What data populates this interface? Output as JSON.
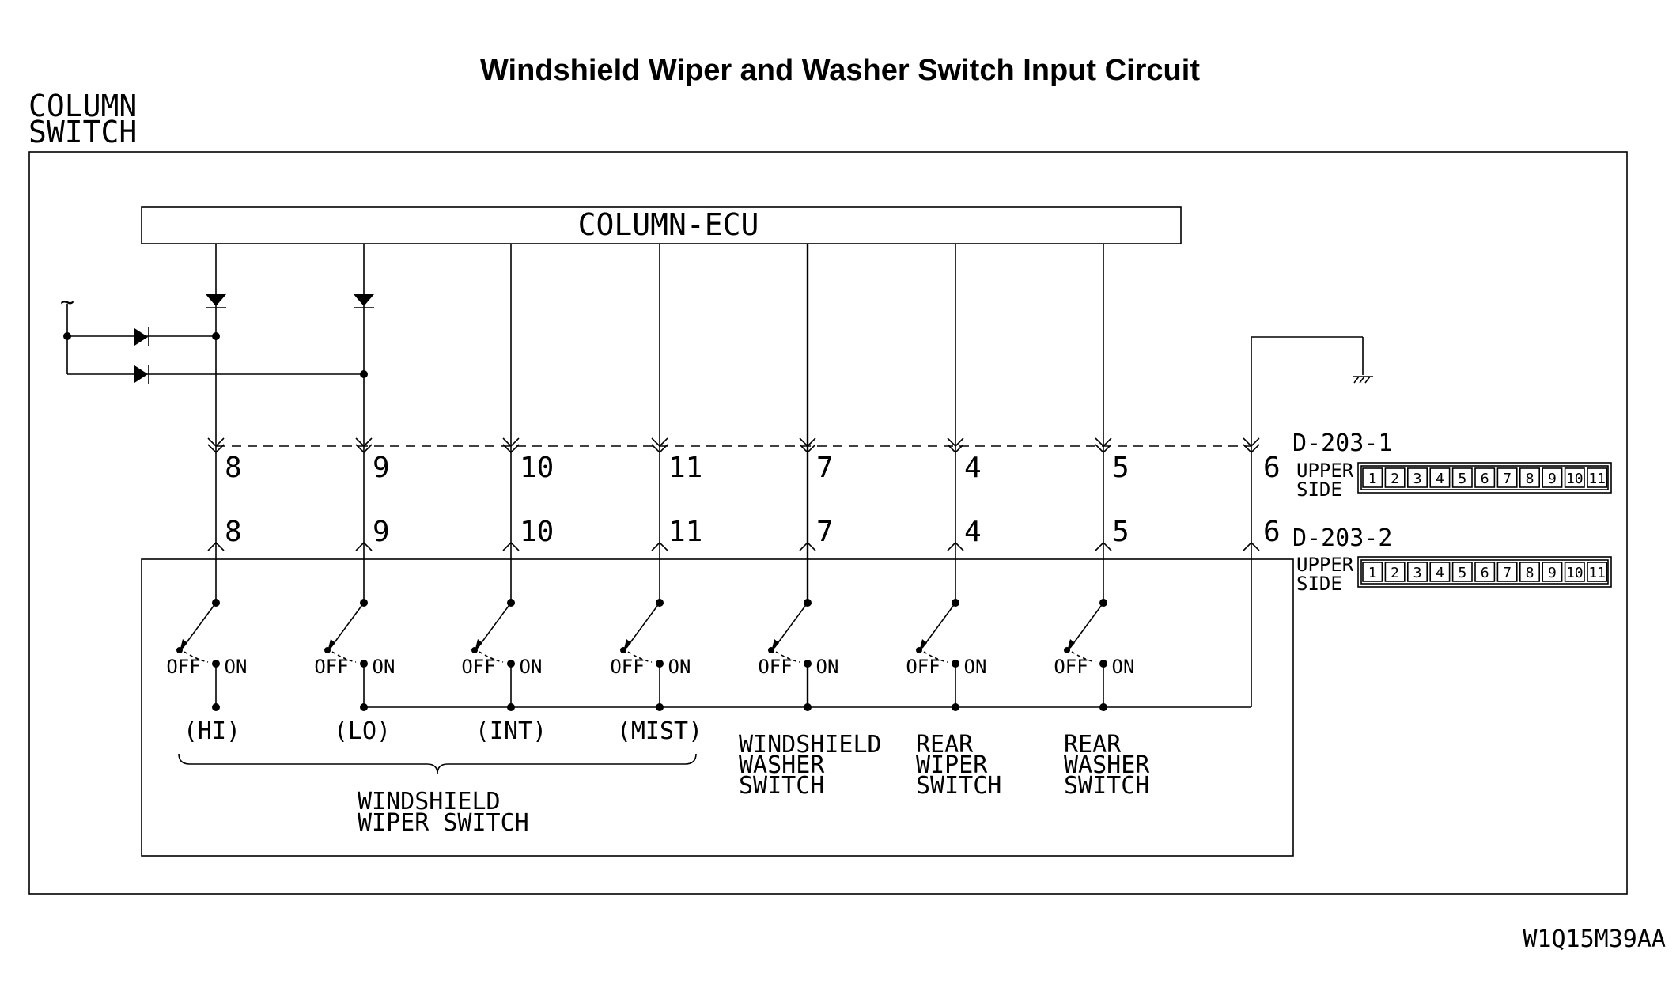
{
  "title": "Windshield Wiper and Washer Switch Input Circuit",
  "column_switch_label": [
    "COLUMN",
    "SWITCH"
  ],
  "ecu_label": "COLUMN-ECU",
  "pins": [
    "8",
    "9",
    "10",
    "11",
    "7",
    "4",
    "5",
    "6"
  ],
  "connectors": [
    {
      "id": "D-203-1",
      "side_label": [
        "UPPER",
        "SIDE"
      ]
    },
    {
      "id": "D-203-2",
      "side_label": [
        "UPPER",
        "SIDE"
      ]
    }
  ],
  "connector_cells": [
    "1",
    "2",
    "3",
    "4",
    "5",
    "6",
    "7",
    "8",
    "9",
    "10",
    "11"
  ],
  "switch_state_labels": {
    "off": "OFF",
    "on": "ON"
  },
  "wiper_modes": [
    "(HI)",
    "(LO)",
    "(INT)",
    "(MIST)"
  ],
  "wiper_switch_label": [
    "WINDSHIELD",
    "WIPER SWITCH"
  ],
  "washer_switch_label": [
    "WINDSHIELD",
    "WASHER",
    "SWITCH"
  ],
  "rear_wiper_label": [
    "REAR",
    "WIPER",
    "SWITCH"
  ],
  "rear_washer_label": [
    "REAR",
    "WASHER",
    "SWITCH"
  ],
  "diagram_code": "W1Q15M39AA"
}
